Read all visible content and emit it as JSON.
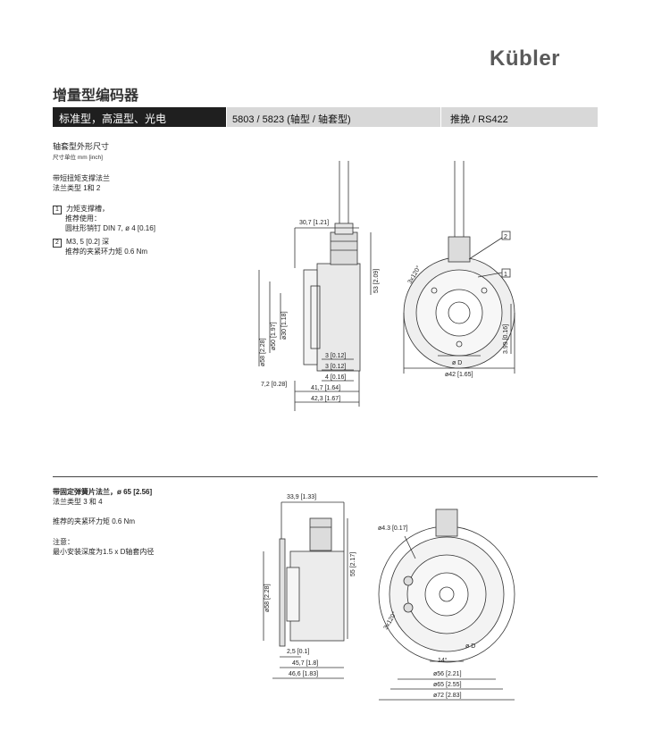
{
  "brand": {
    "logo_text": "Kübler"
  },
  "doc_title": "增量型编码器",
  "header": {
    "category": "标准型，高温型、光电",
    "model": "5803 / 5823 (轴型  /  轴套型)",
    "interface": "推挽 / RS422"
  },
  "section1": {
    "heading": "轴套型外形尺寸",
    "unit": "尺寸单位 mm [inch]",
    "flange_desc": "带短扭矩支撑法兰",
    "flange_type": "法兰类型 1和 2",
    "note1_num": "1",
    "note1_lines": [
      "力矩支撑槽，",
      "推荐使用：",
      "圆柱形销钉 DIN 7, ø 4 [0.16]"
    ],
    "note2_num": "2",
    "note2_lines": [
      "M3, 5 [0.2] 深",
      "推荐的夹紧环力矩 0.6 Nm"
    ],
    "dims": {
      "d_30_7": "30,7 [1.21]",
      "d_53": "53 [2.09]",
      "d_58": "ø58 [2.28]",
      "d_50": "ø50 [1.97]",
      "d_30": "ø30 [1.18]",
      "d_3a": "3 [0.12]",
      "d_3b": "3 [0.12]",
      "d_4": "4 [0.16]",
      "d_7_2": "7,2 [0.28]",
      "d_41_7": "41,7 [1.64]",
      "d_42_3": "42,3 [1.67]",
      "angle": "3x120°",
      "label2": "2",
      "label1": "1",
      "d_phiD": "ø D",
      "d_42": "ø42 [1.65]",
      "d_3_99": "3.99 [0.16]"
    }
  },
  "section2": {
    "heading": "带固定弹簧片法兰，ø 65 [2.56]",
    "flange_type": "法兰类型 3 和 4",
    "torque": "推荐的夹紧环力矩 0.6 Nm",
    "note_title": "注意：",
    "note_text": "最小安装深度为1.5 x D轴套内径",
    "dims": {
      "d_33_9": "33,9 [1.33]",
      "d_55": "55 [2.17]",
      "d_58": "ø58 [2.28]",
      "d_2_5": "2,5 [0.1]",
      "d_45_7": "45,7 [1.8]",
      "d_46_6": "46,6 [1.83]",
      "d_4_3": "ø4.3 [0.17]",
      "angle": "3x120°",
      "d_14": "14°",
      "d_phiD": "ø D",
      "d_56": "ø56 [2.21]",
      "d_65": "ø65 [2.55]",
      "d_72": "ø72 [2.83]"
    }
  }
}
